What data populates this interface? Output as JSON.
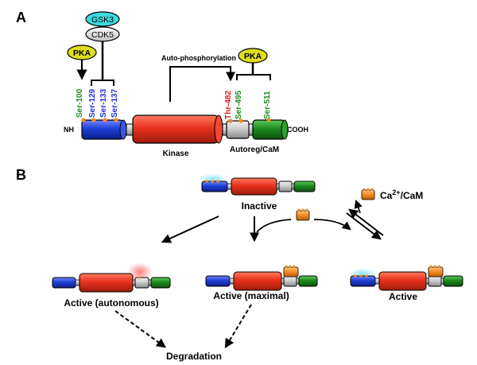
{
  "panel_a": {
    "label": "A",
    "kinases": {
      "gsk3": "GSK3",
      "cdk5": "CDK5",
      "pka_left": "PKA",
      "pka_right": "PKA"
    },
    "sites": {
      "ser100": "Ser-100",
      "ser129": "Ser-129",
      "ser133": "Ser-133",
      "ser137": "Ser-137",
      "thr482": "Thr-482",
      "ser495": "Ser-495",
      "ser511": "Ser-511"
    },
    "auto_phosphorylation": "Auto-phosphorylation",
    "nh": "NH",
    "cooh": "COOH",
    "kinase": "Kinase",
    "autoreg": "Autoreg/CaM"
  },
  "panel_b": {
    "label": "B",
    "inactive": "Inactive",
    "ca_cam_prefix": "Ca",
    "ca_cam_sup": "2+",
    "ca_cam_suffix": "/CaM",
    "active_autonomous": "Active (autonomous)",
    "active_maximal": "Active (maximal)",
    "active": "Active",
    "degradation": "Degradation"
  },
  "colors": {
    "n_terminal_blue": "#1f3fd6",
    "kinase_red": "#e8321e",
    "autoreg_gray": "#c8c8c8",
    "cterminal_green": "#1e8a1e",
    "phospho_orange": "#f08a1e",
    "pka_yellow": "#dede1e",
    "gsk3_cyan": "#3ed8e0",
    "site_green": "#1e8a1e",
    "site_blue": "#1e2ee0",
    "site_red": "#e01e1e"
  }
}
